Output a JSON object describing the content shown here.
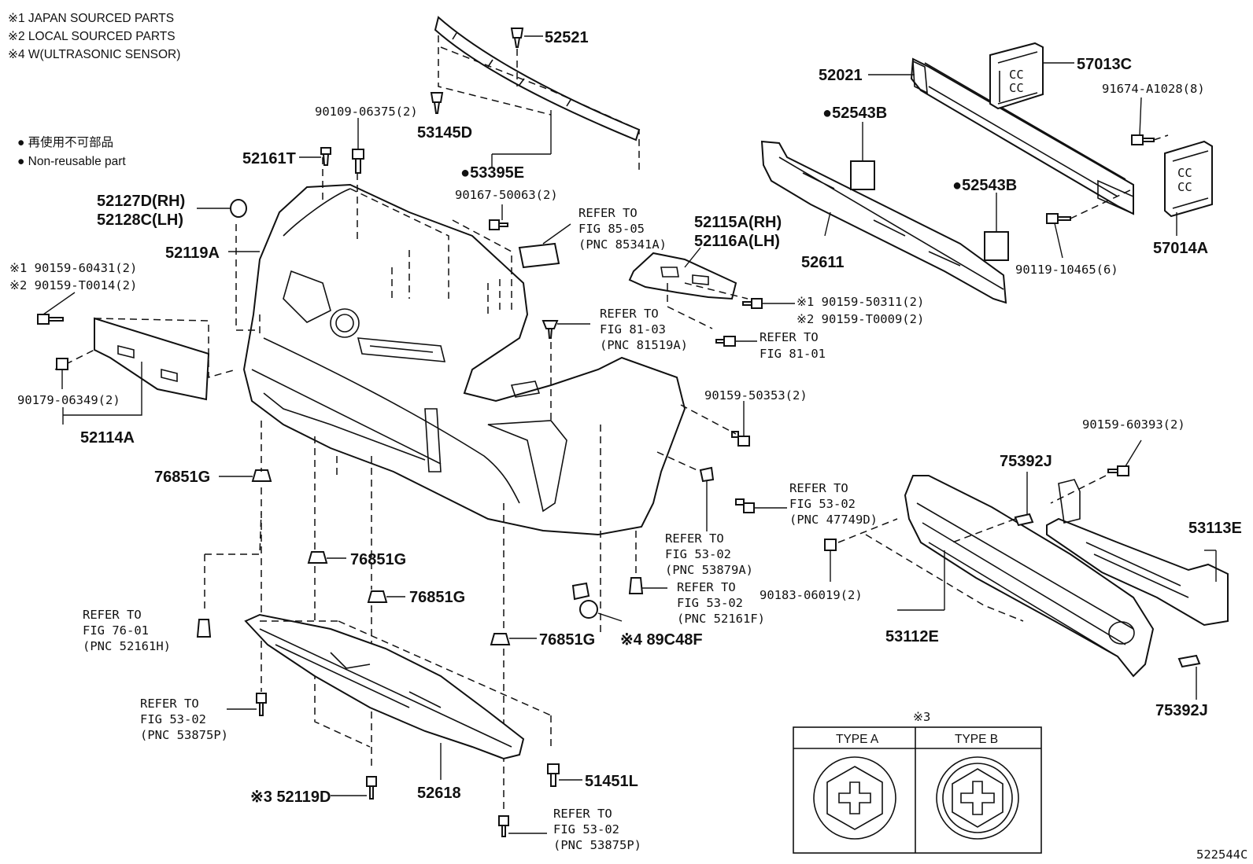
{
  "legend": {
    "notes": [
      "※1 JAPAN SOURCED PARTS",
      "※2 LOCAL SOURCED PARTS",
      "※4 W(ULTRASONIC SENSOR)"
    ],
    "dot_ja": "● 再使用不可部品",
    "dot_en": "● Non-reusable part"
  },
  "labels": {
    "p52521": "52521",
    "p53145D": "53145D",
    "p53395E": "●53395E",
    "p90109": "90109-06375(2)",
    "p52161T": "52161T",
    "p52127D": "52127D(RH)",
    "p52128C": "52128C(LH)",
    "p52119A": "52119A",
    "p90159_60431": "※1 90159-60431(2)",
    "p90159_T0014": "※2 90159-T0014(2)",
    "p90179": "90179-06349(2)",
    "p52114A": "52114A",
    "p90167": "90167-50063(2)",
    "ref85_1": "REFER TO",
    "ref85_2": "FIG 85-05",
    "ref85_3": "(PNC 85341A)",
    "ref81a_1": "REFER TO",
    "ref81a_2": "FIG 81-03",
    "ref81a_3": "(PNC 81519A)",
    "p52115A": "52115A(RH)",
    "p52116A": "52116A(LH)",
    "p90159_50311": "※1 90159-50311(2)",
    "p90159_T0009": "※2 90159-T0009(2)",
    "ref81b_1": "REFER TO",
    "ref81b_2": "FIG 81-01",
    "p90159_50353": "90159-50353(2)",
    "p52021": "52021",
    "p57013C": "57013C",
    "p91674": "91674-A1028(8)",
    "p52543B_1": "●52543B",
    "p52543B_2": "●52543B",
    "p52611": "52611",
    "p90119": "90119-10465(6)",
    "p57014A": "57014A",
    "p76851G_1": "76851G",
    "p76851G_2": "76851G",
    "p76851G_3": "76851G",
    "p76851G_4": "76851G",
    "ref53a_1": "REFER TO",
    "ref53a_2": "FIG 53-02",
    "ref53a_3": "(PNC 47749D)",
    "ref53b_1": "REFER TO",
    "ref53b_2": "FIG 53-02",
    "ref53b_3": "(PNC 53879A)",
    "ref53c_1": "REFER TO",
    "ref53c_2": "FIG 53-02",
    "ref53c_3": "(PNC 52161F)",
    "p89C48F": "※4 89C48F",
    "ref76_1": "REFER TO",
    "ref76_2": "FIG 76-01",
    "ref76_3": "(PNC 52161H)",
    "ref53d_1": "REFER TO",
    "ref53d_2": "FIG 53-02",
    "ref53d_3": "(PNC 53875P)",
    "p52618": "52618",
    "p52119D": "※3 52119D",
    "p51451L": "51451L",
    "ref53e_1": "REFER TO",
    "ref53e_2": "FIG 53-02",
    "ref53e_3": "(PNC 53875P)",
    "p90159_60393": "90159-60393(2)",
    "p75392J_1": "75392J",
    "p53113E": "53113E",
    "p90183": "90183-06019(2)",
    "p53112E": "53112E",
    "p75392J_2": "75392J"
  },
  "inset": {
    "title": "※3",
    "type_a": "TYPE A",
    "type_b": "TYPE B"
  },
  "figure_id": "522544C"
}
